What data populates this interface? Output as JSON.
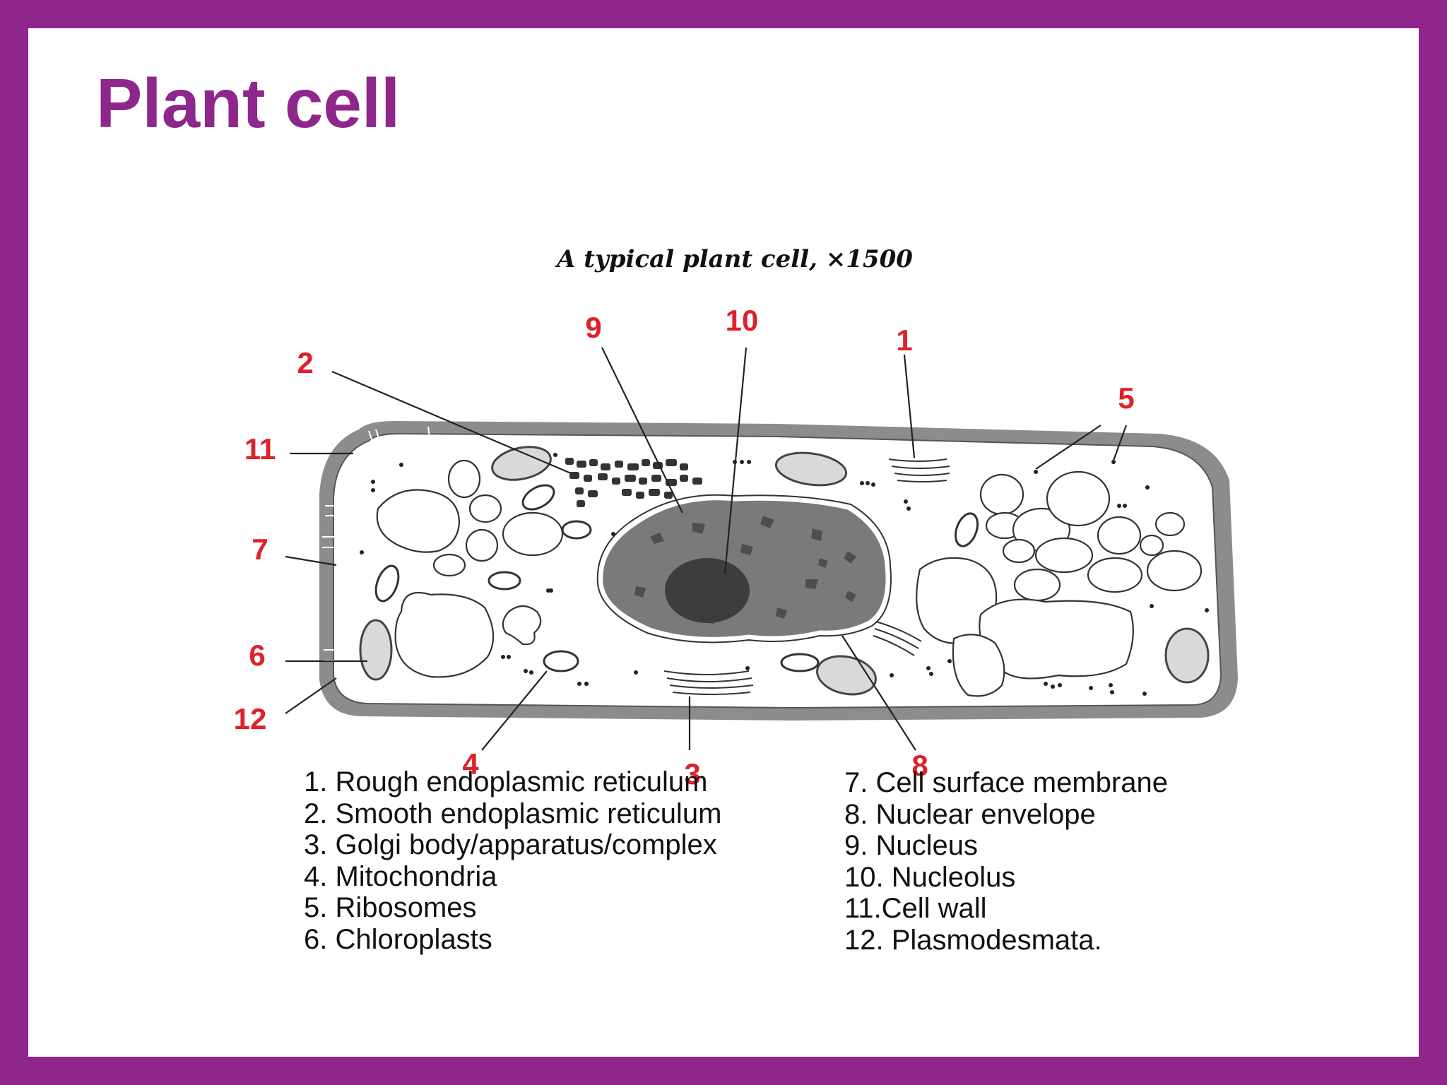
{
  "slide": {
    "title": "Plant cell"
  },
  "figure": {
    "caption": "A typical plant cell, ×1500",
    "labels": [
      "1",
      "2",
      "3",
      "4",
      "5",
      "6",
      "7",
      "8",
      "9",
      "10",
      "11",
      "12"
    ],
    "key_left": [
      "1. Rough endoplasmic reticulum",
      "2. Smooth endoplasmic reticulum",
      "3. Golgi body/apparatus/complex",
      "4. Mitochondria",
      "5. Ribosomes",
      "6. Chloroplasts"
    ],
    "key_right": [
      "7. Cell surface membrane",
      "8. Nuclear envelope",
      "9. Nucleus",
      "10. Nucleolus",
      "11.Cell wall",
      "12. Plasmodesmata."
    ]
  },
  "colors": {
    "frame": "#8e268c",
    "title": "#8e268c",
    "label_numbers": "#e0202a",
    "cell_wall": "#8c8c8c",
    "nucleus": "#7a7a7a",
    "nucleolus": "#3d3d3d"
  }
}
